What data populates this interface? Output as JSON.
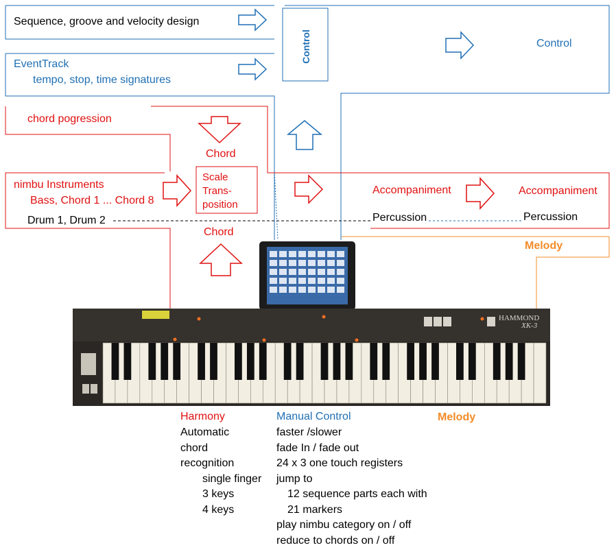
{
  "top": {
    "sequence_text": "Sequence,  groove and velocity design",
    "eventtrack_title": "EventTrack",
    "eventtrack_sub": "tempo, stop, time signatures",
    "control_center": "Control",
    "control_right": "Control",
    "chord_progression": "chord pogression"
  },
  "middle": {
    "chord_upper": "Chord",
    "chord_lower": "Chord",
    "scale_box": "Scale\nTrans-\nposition",
    "instruments_title": "nimbu Instruments",
    "instruments_sub": "Bass, Chord 1 ... Chord 8",
    "drums": "Drum 1, Drum 2",
    "accompaniment_1": "Accompaniment",
    "accompaniment_2": "Accompaniment",
    "percussion_1": "Percussion",
    "percussion_2": "Percussion",
    "melody_upper": "Melody"
  },
  "bottom": {
    "harmony_title": "Harmony",
    "harmony_lines": [
      "Automatic",
      "chord",
      "recognition",
      "single finger",
      "3 keys",
      "4 keys"
    ],
    "manual_title": "Manual Control",
    "manual_lines": [
      "faster /slower",
      "fade In /  fade out",
      "24 x 3 one touch  registers",
      "jump to",
      "12 sequence parts  each with",
      "21 markers",
      "play nimbu category on / off",
      "reduce to chords  on / off"
    ],
    "melody_lower": "Melody"
  },
  "keyboard": {
    "brand": "HAMMOND",
    "model": "XK-3"
  },
  "colors": {
    "red": "#e01010",
    "blue": "#1f6fb5",
    "orange": "#f28c28"
  }
}
